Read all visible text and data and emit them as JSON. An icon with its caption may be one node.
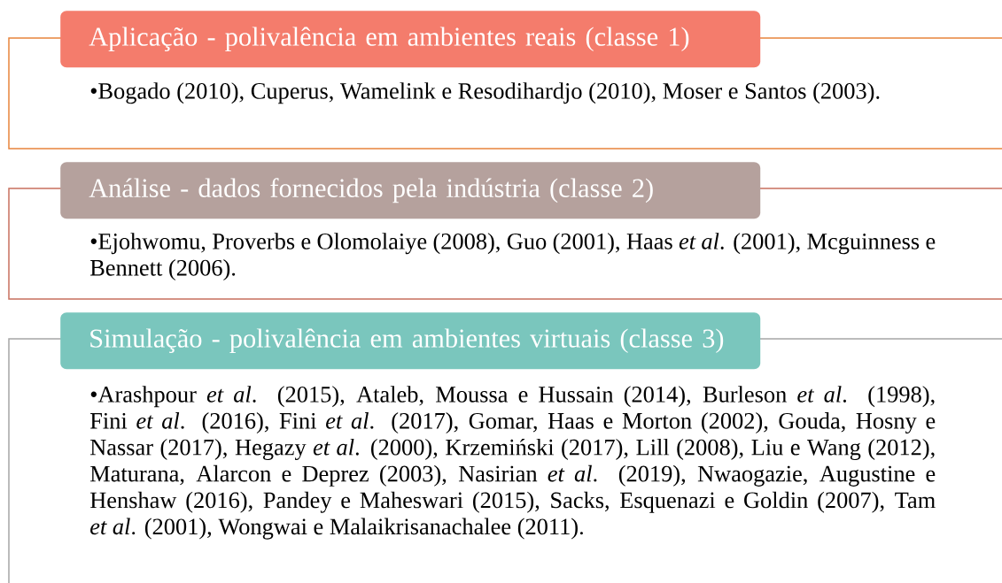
{
  "diagram": {
    "nodes": [
      {
        "text": [
          "•Bogado (2010), Cuperus, Wamelink e Resodihardjo (2010), Moser e Santos (2003)."
        ]
      },
      {
        "text": [
          "Aplicação - polivalência em ambientes reais (classe 1)"
        ]
      },
      {
        "text": [
          "•Ejohwomu, Proverbs e Olomolaiye (2008), Guo (2001), Haas *et al*. (2001), Mcguinness e Bennett (2006)."
        ]
      },
      {
        "text": [
          "Análise - dados fornecidos pela indústria (classe 2)"
        ]
      },
      {
        "text": [
          "•Arashpour *et al*. (2015), Ataleb, Moussa e Hussain (2014), Burleson *et al*. (1998), Fini *et al*. (2016), Fini *et al*. (2017), Gomar, Haas e Morton (2002), Gouda, Hosny e Nassar (2017), Hegazy *et al*. (2000), Krzemiński (2017), Lill (2008), Liu e Wang (2012), Maturana, Alarcon e Deprez (2003), Nasirian *et al*. (2019), Nwaogazie, Augustine e Henshaw (2016), Pandey e Maheswari (2015), Sacks, Esquenazi e Goldin (2007), Tam *et al*. (2001), Wongwai e Malaikrisanachalee (2011)."
        ]
      },
      {
        "text": [
          "Simulação - polivalência em ambientes virtuais (classe 3)"
        ]
      }
    ],
    "edges": []
  }
}
